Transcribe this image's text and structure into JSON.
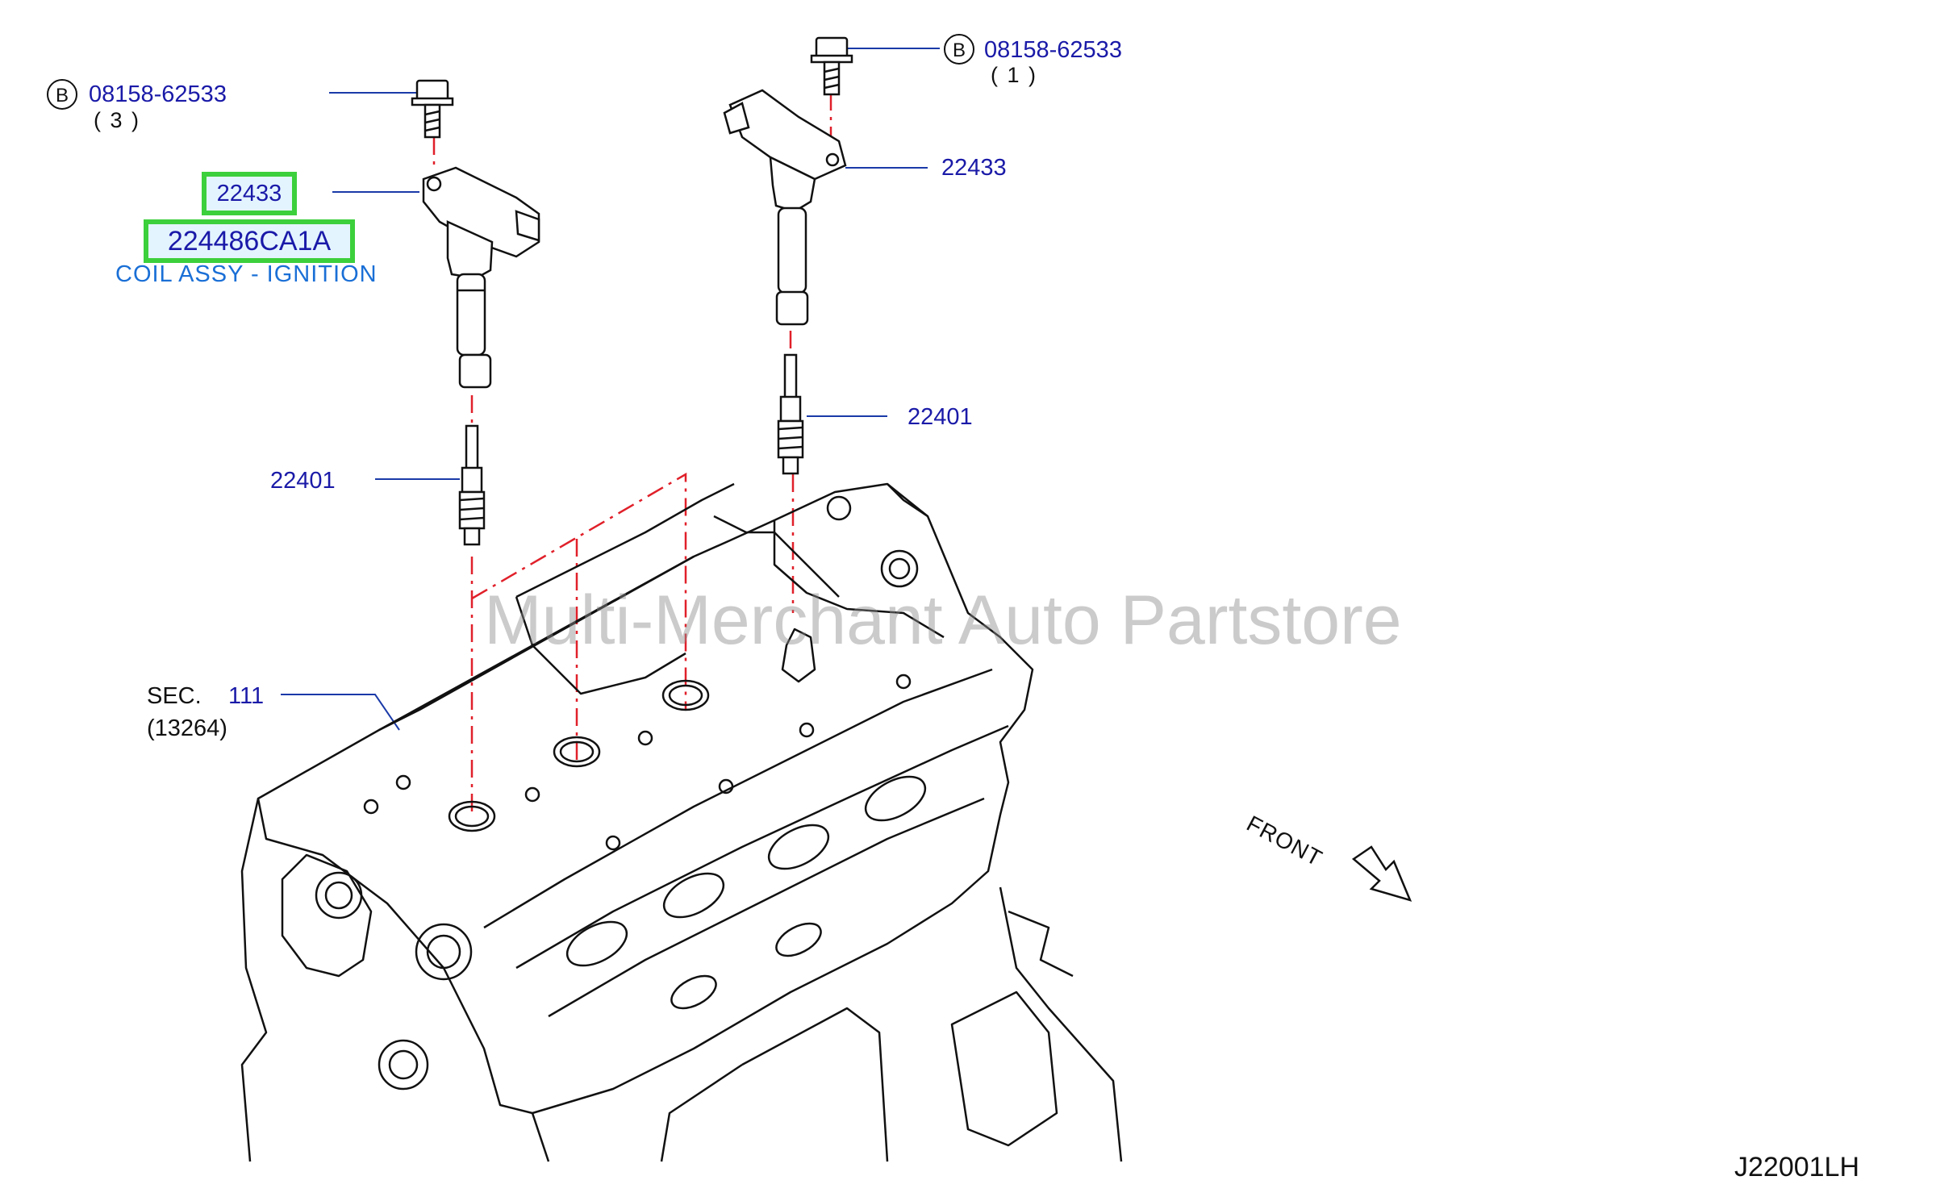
{
  "callouts": {
    "bolt_left": {
      "marker": "B",
      "part_no": "08158-62533",
      "qty": "( 3 )"
    },
    "bolt_right": {
      "marker": "B",
      "part_no": "08158-62533",
      "qty": "( 1 )"
    },
    "coil_left": {
      "part_no": "22433",
      "catalog_no": "224486CA1A",
      "description": "COIL ASSY - IGNITION"
    },
    "coil_right": {
      "part_no": "22433"
    },
    "plug_left": {
      "part_no": "22401"
    },
    "plug_right": {
      "part_no": "22401"
    },
    "section": {
      "prefix": "SEC.",
      "number": "111",
      "ref": "(13264)"
    }
  },
  "direction": {
    "label": "FRONT"
  },
  "watermark": "Multi-Merchant Auto Partstore",
  "diagram_code": "J22001LH",
  "colors": {
    "callout_text": "#1a1aa8",
    "highlight_border": "#3cd03c",
    "highlight_fill": "#e4f4ff",
    "centerline": "#e0202a",
    "line_art": "#111111",
    "description_text": "#1a6fd6"
  }
}
